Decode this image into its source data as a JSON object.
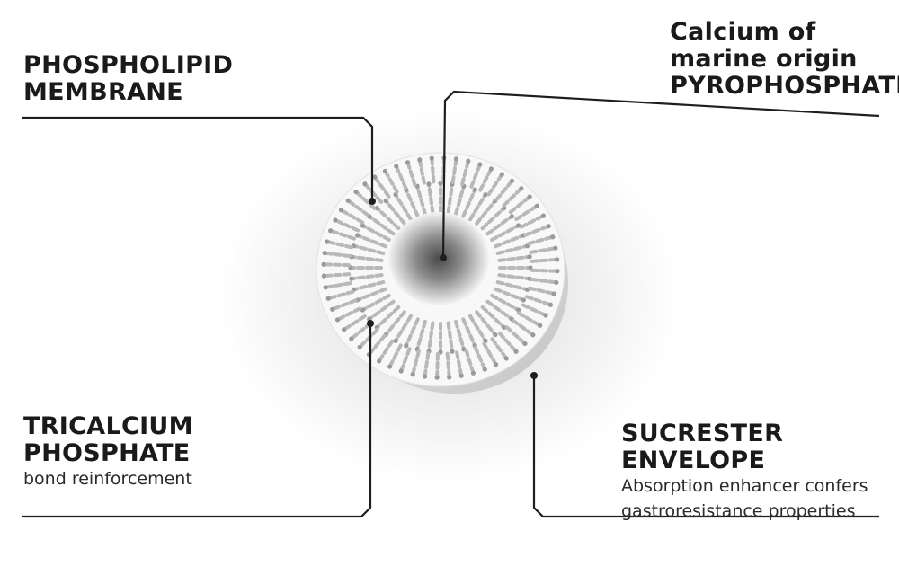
{
  "labels": {
    "phospholipid": {
      "line1": "PHOSPHOLIPID",
      "line2": "MEMBRANE"
    },
    "calcium": {
      "line1": "Calcium of",
      "line2": "marine origin",
      "line3": "PYROPHOSPHATE"
    },
    "tricalcium": {
      "line1": "TRICALCIUM",
      "line2": "PHOSPHATE",
      "sub": "bond reinforcement"
    },
    "sucrester": {
      "title": "SUCRESTER ENVELOPE",
      "sub1": "Absorption enhancer confers",
      "sub2": "gastroresistance properties"
    }
  },
  "colors": {
    "line": "#1e1e1e",
    "disk": "#f7f7f7",
    "rim": "#d2d2d2",
    "core": "#555555"
  }
}
